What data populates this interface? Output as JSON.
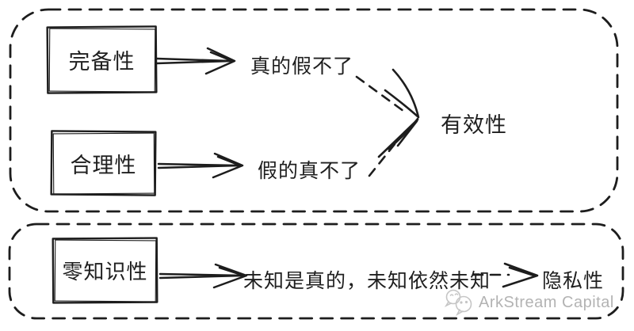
{
  "diagram": {
    "background": "#ffffff",
    "stroke_color": "#1d1d1d",
    "top_section": {
      "box1_label": "完备性",
      "box1_result": "真的假不了",
      "box2_label": "合理性",
      "box2_result": "假的真不了",
      "conclusion": "有效性"
    },
    "bottom_section": {
      "box_label": "零知识性",
      "result": "未知是真的，未知依然未知",
      "conclusion": "隐私性"
    }
  },
  "watermark": {
    "text": "ArkStream Capital",
    "color": "#b3b3b3",
    "icon": "wechat-chat-bubbles"
  }
}
